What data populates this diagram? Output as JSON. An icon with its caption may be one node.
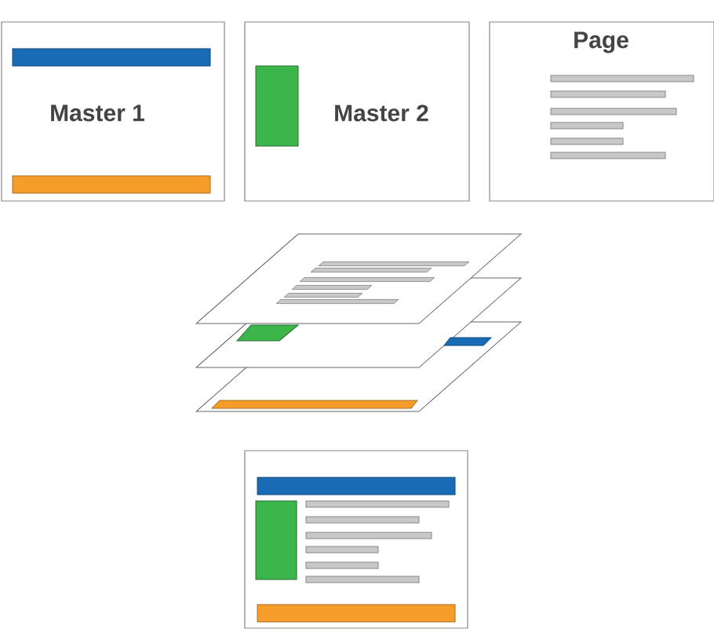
{
  "diagram": {
    "nodes": [
      {
        "text": [
          "Master 1"
        ]
      },
      {
        "text": [
          "Master 2"
        ]
      },
      {
        "text": [
          "Page"
        ]
      },
      {
        "text": [],
        "shape": "box"
      }
    ]
  }
}
